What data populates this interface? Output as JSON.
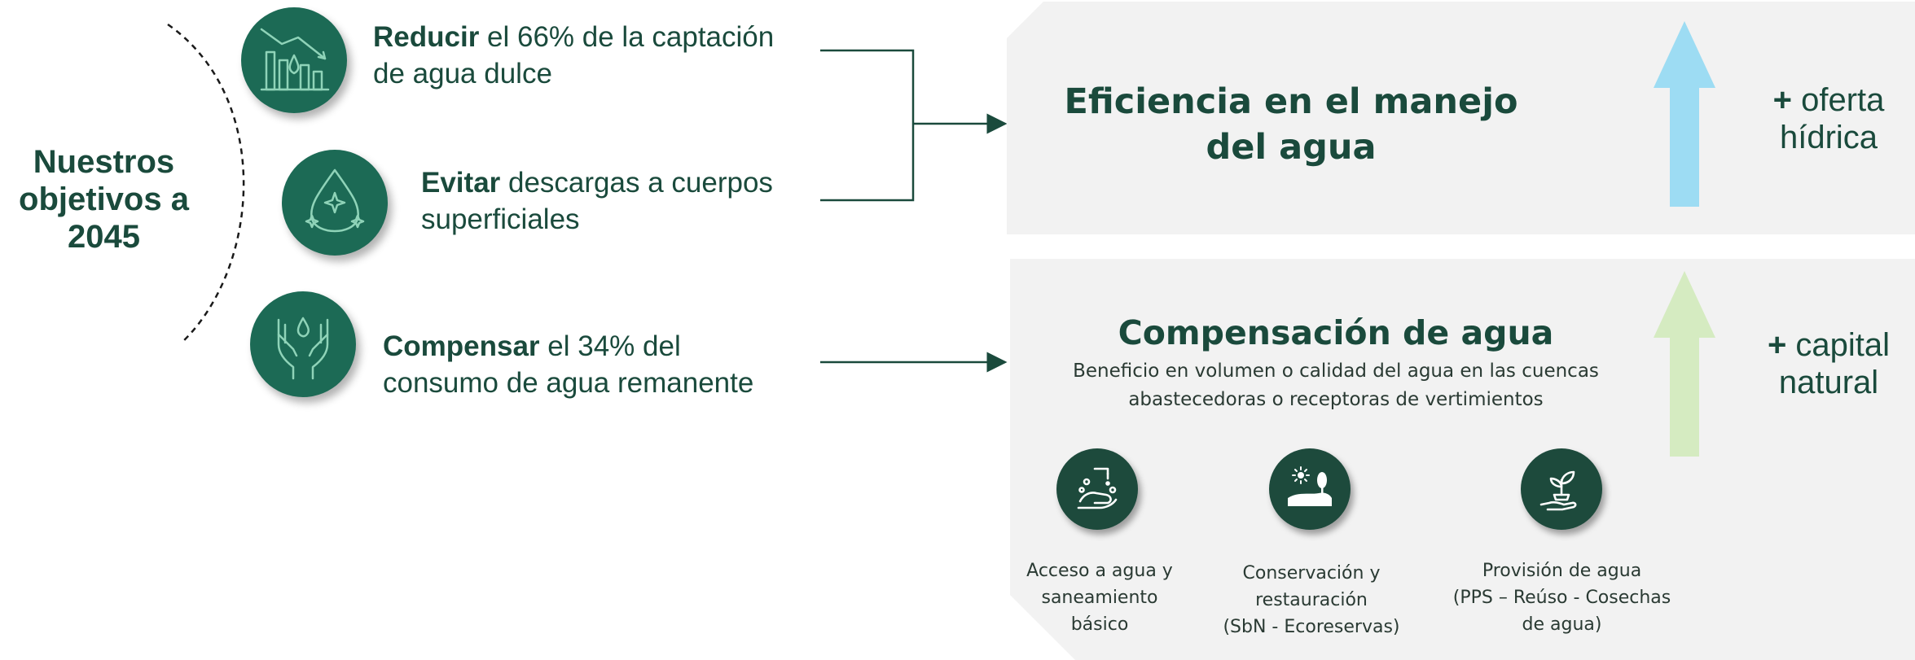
{
  "title": {
    "line1": "Nuestros",
    "line2": "objetivos a",
    "line3": "2045"
  },
  "goals": [
    {
      "bold": "Reducir",
      "rest_line1": " el 66% de la captación",
      "line2": "de agua dulce",
      "icon": "water-reduction-chart-icon"
    },
    {
      "bold": "Evitar",
      "rest_line1": " descargas a cuerpos",
      "line2": "superficiales",
      "icon": "clean-water-drop-icon"
    },
    {
      "bold": "Compensar",
      "rest_line1": " el 34% del",
      "line2": "consumo de agua remanente",
      "icon": "hands-water-drop-icon"
    }
  ],
  "efficiency": {
    "line1": "Eficiencia en el manejo",
    "line2": "del agua"
  },
  "compensation": {
    "title": "Compensación de agua",
    "sub_line1": "Beneficio en volumen o calidad del agua en las cuencas",
    "sub_line2": "abastecedoras o receptoras de vertimientos",
    "actions": [
      {
        "lines": [
          "Acceso a agua y",
          "saneamiento",
          "básico"
        ],
        "icon": "handwashing-icon"
      },
      {
        "lines": [
          "Conservación y",
          "restauración",
          "(SbN - Ecoreservas)"
        ],
        "icon": "landscape-tree-icon"
      },
      {
        "lines": [
          "Provisión de agua",
          "(PPS – Reúso - Cosechas",
          "de agua)"
        ],
        "icon": "hand-plant-icon"
      }
    ]
  },
  "outcomes": {
    "top": {
      "plus": "+",
      "line1": " oferta",
      "line2": "hídrica"
    },
    "bottom": {
      "plus": "+",
      "line1": " capital",
      "line2": "natural"
    }
  },
  "colors": {
    "dark_green": "#1a4a3c",
    "circle_green": "#1c6a55",
    "action_circle": "#1d4a3c",
    "panel_gray": "#f2f2f2",
    "arrow_blue": "#9ddcf3",
    "arrow_green": "#d5ebc1"
  }
}
